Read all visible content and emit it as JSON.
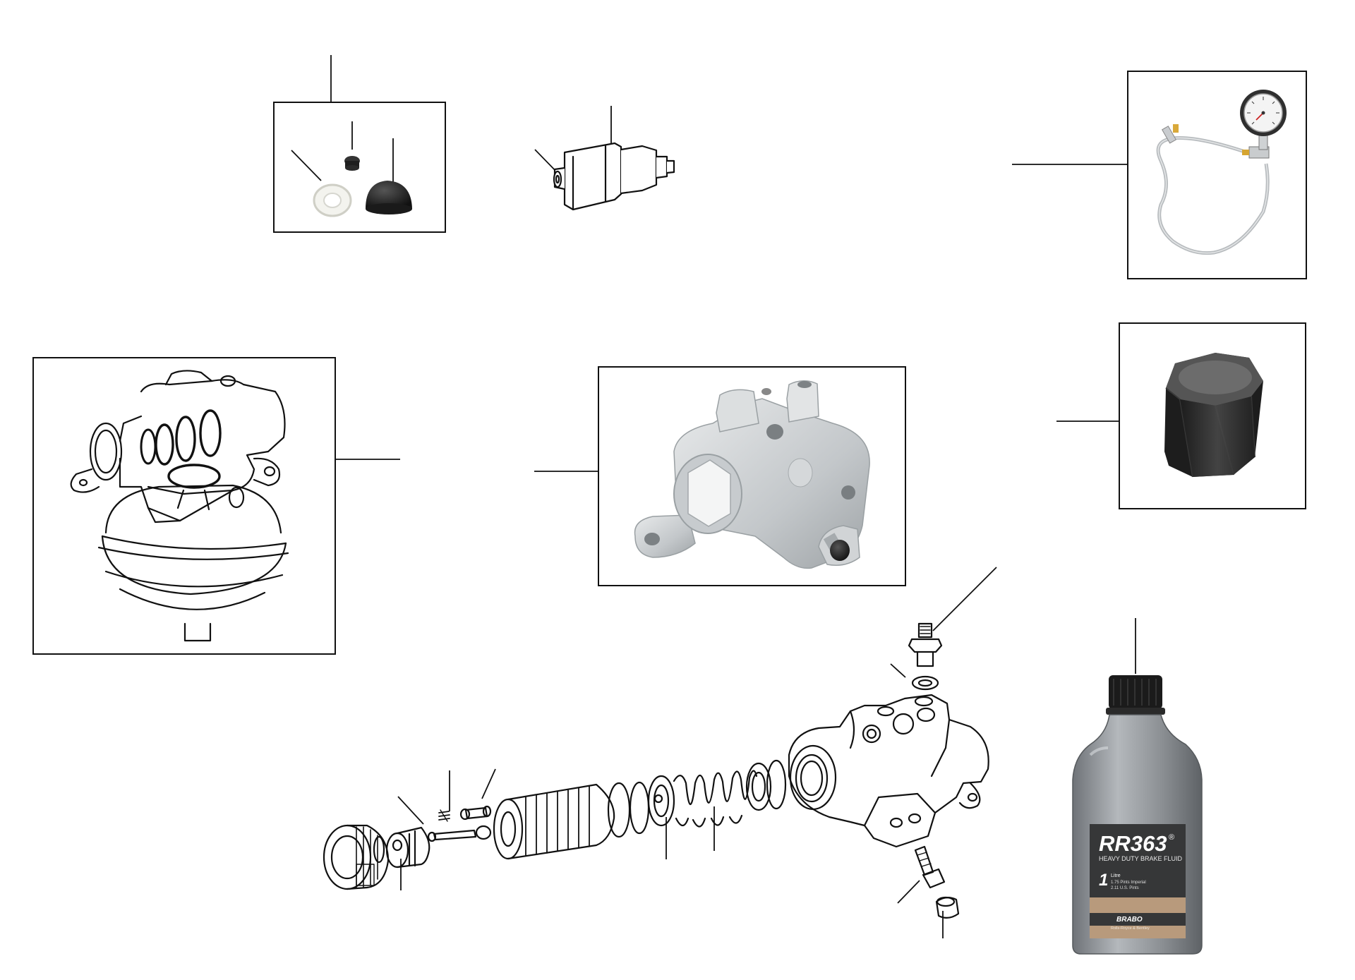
{
  "bottle": {
    "brand": "RR363",
    "reg": "®",
    "subtitle": "HEAVY DUTY BRAKE FLUID",
    "volume_number": "1",
    "volume_unit": "Litre",
    "pints_imperial": "1.75 Pints Imperial",
    "pints_us": "2.11 U.S. Pints",
    "maker": "BRABO",
    "for_text": "Rolls-Royce & Bentley"
  },
  "colors": {
    "line": "#111111",
    "metal_light": "#cfd2d4",
    "metal_mid": "#a9adb0",
    "steel_dark": "#2b2b2b",
    "bottle_grey": "#8e9296",
    "label_dark": "#333333",
    "label_tan": "#b89a7c"
  }
}
